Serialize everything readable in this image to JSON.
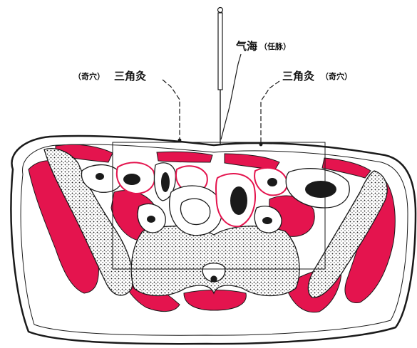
{
  "labels": {
    "left_point": {
      "paren": "（奇穴）",
      "name": "三角灸"
    },
    "center_point": {
      "name": "气海",
      "paren": "（任脉）"
    },
    "right_point": {
      "name": "三角灸",
      "paren": "（奇穴）"
    }
  },
  "colors": {
    "muscle": "#e4144e",
    "outline": "#1a1a1a",
    "bone_fill": "#ffffff",
    "background": "#ffffff"
  },
  "icons": {
    "acupuncture_needle": "needle-icon"
  }
}
